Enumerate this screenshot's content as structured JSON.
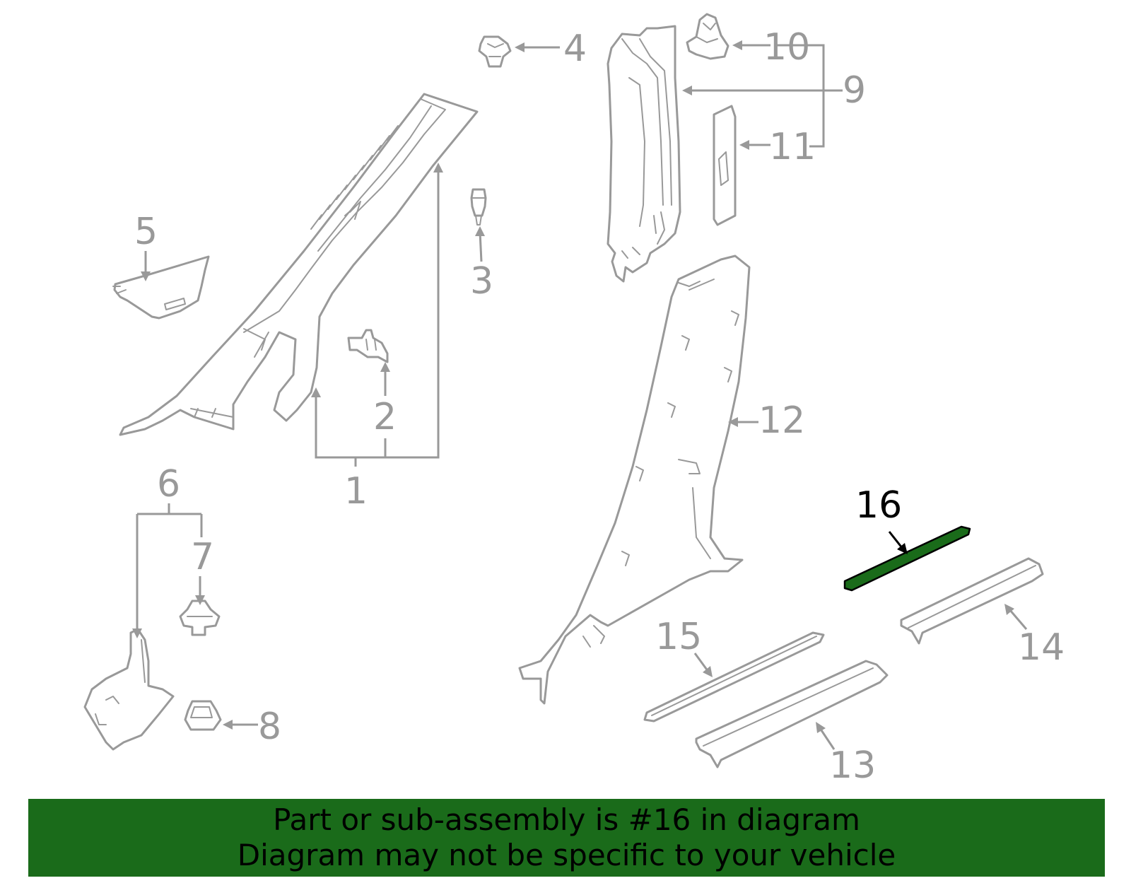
{
  "diagram": {
    "callouts": {
      "c1": "1",
      "c2": "2",
      "c3": "3",
      "c4": "4",
      "c5": "5",
      "c6": "6",
      "c7": "7",
      "c8": "8",
      "c9": "9",
      "c10": "10",
      "c11": "11",
      "c12": "12",
      "c13": "13",
      "c14": "14",
      "c15": "15",
      "c16": "16"
    },
    "highlighted_part": "16",
    "colors": {
      "line_art": "#999999",
      "highlight_fill": "#1a6b1a",
      "highlight_label": "#000000",
      "banner_bg": "#1a6b1a"
    }
  },
  "banner": {
    "line1": "Part or sub-assembly is #16 in diagram",
    "line2": "Diagram may not be specific to your vehicle"
  }
}
